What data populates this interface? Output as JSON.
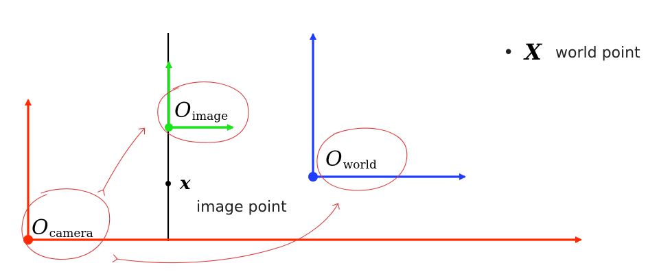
{
  "colors": {
    "camera": "#ff2a00",
    "image": "#19e619",
    "world": "#1f3dff",
    "film": "#000000",
    "annotation": "#e03a3a"
  },
  "labels": {
    "camera": {
      "O": "O",
      "sub": "camera"
    },
    "image": {
      "O": "O",
      "sub": "image"
    },
    "world": {
      "O": "O",
      "sub": "world"
    },
    "image_point_symbol": "x",
    "image_point_text": "image point"
  },
  "legend": {
    "bullet": "•",
    "symbol": "X",
    "text": "world point"
  }
}
